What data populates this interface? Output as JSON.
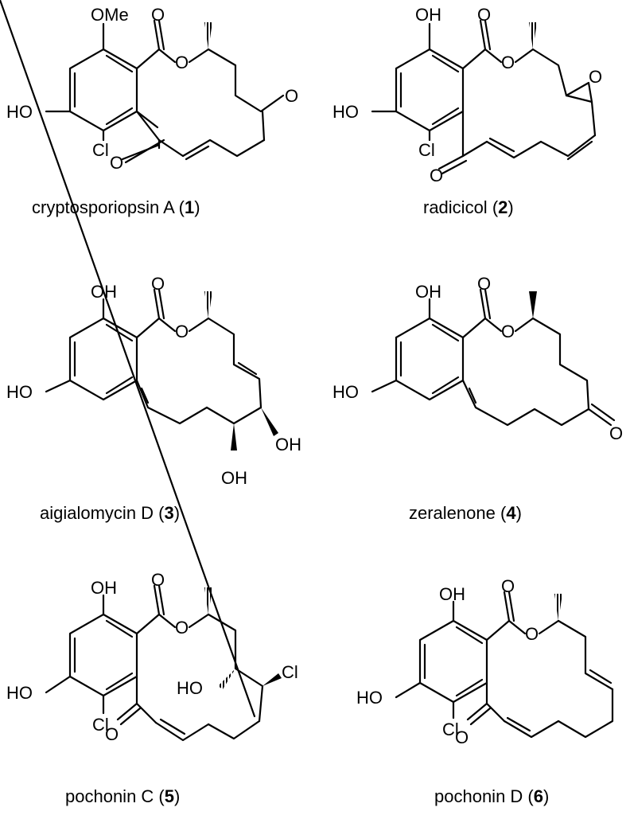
{
  "figure": {
    "compounds": [
      {
        "id": "1",
        "name": "cryptosporiopsin A",
        "labels": {
          "OMe": "OMe",
          "O1": "O",
          "O2": "O",
          "O3": "O",
          "O4": "O",
          "HO": "HO",
          "Cl": "Cl"
        }
      },
      {
        "id": "2",
        "name": "radicicol",
        "labels": {
          "OH": "OH",
          "O1": "O",
          "O2": "O",
          "O3": "O",
          "O4": "O",
          "HO": "HO",
          "Cl": "Cl"
        }
      },
      {
        "id": "3",
        "name": "aigialomycin D",
        "labels": {
          "OH": "OH",
          "O1": "O",
          "O2": "O",
          "HO": "HO",
          "OH2": "OH",
          "OH3": "OH"
        }
      },
      {
        "id": "4",
        "name": "zeralenone",
        "labels": {
          "OH": "OH",
          "O1": "O",
          "O2": "O",
          "HO": "HO",
          "O3": "O"
        }
      },
      {
        "id": "5",
        "name": "pochonin C",
        "labels": {
          "OH": "OH",
          "O1": "O",
          "O2": "O",
          "HO": "HO",
          "HO2": "HO",
          "Cl": "Cl",
          "Cl2": "Cl",
          "O3": "O"
        }
      },
      {
        "id": "6",
        "name": "pochonin D",
        "labels": {
          "OH": "OH",
          "O1": "O",
          "O2": "O",
          "HO": "HO",
          "Cl": "Cl",
          "O3": "O"
        }
      }
    ]
  }
}
